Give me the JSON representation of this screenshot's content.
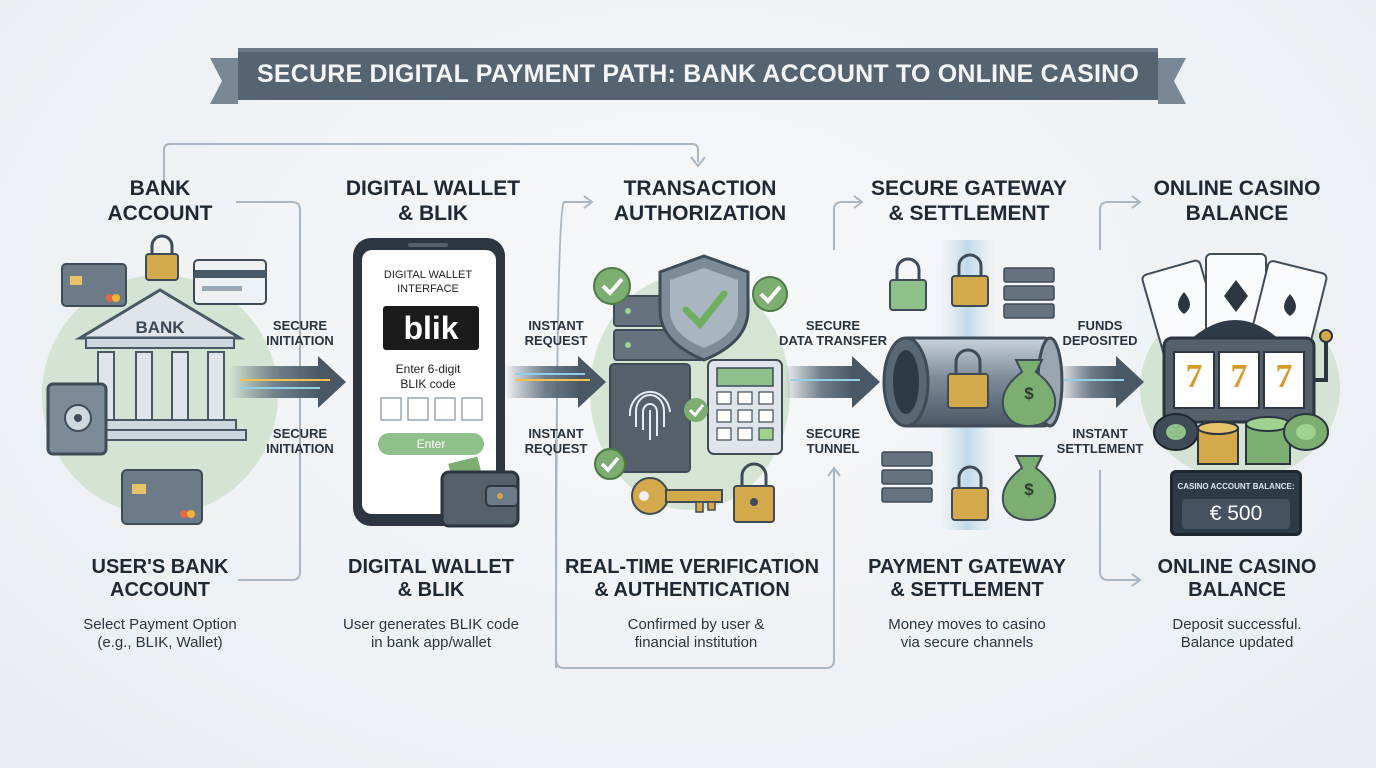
{
  "title": "SECURE DIGITAL PAYMENT PATH: BANK ACCOUNT TO ONLINE CASINO",
  "colors": {
    "banner": "#566472",
    "accent_green": "#8fbf8a",
    "arrow": "#4a5866",
    "gold": "#d3a94b"
  },
  "stages": [
    {
      "heading": "BANK\nACCOUNT",
      "subheading": "USER'S BANK\nACCOUNT",
      "description": "Select Payment Option\n(e.g., BLIK, Wallet)"
    },
    {
      "heading": "DIGITAL WALLET\n& BLIK",
      "subheading": "DIGITAL WALLET\n& BLIK",
      "description": "User generates BLIK code\nin bank app/wallet"
    },
    {
      "heading": "TRANSACTION\nAUTHORIZATION",
      "subheading": "REAL-TIME VERIFICATION\n& AUTHENTICATION",
      "description": "Confirmed by user &\nfinancial institution"
    },
    {
      "heading": "SECURE GATEWAY\n& SETTLEMENT",
      "subheading": "PAYMENT GATEWAY\n& SETTLEMENT",
      "description": "Money moves to casino\nvia secure channels"
    },
    {
      "heading": "ONLINE CASINO\nBALANCE",
      "subheading": "ONLINE CASINO\nBALANCE",
      "description": "Deposit successful.\nBalance updated"
    }
  ],
  "connectors": [
    {
      "top": "SECURE\nINITIATION",
      "bottom": "SECURE\nINITIATION"
    },
    {
      "top": "INSTANT\nREQUEST",
      "bottom": "INSTANT\nREQUEST"
    },
    {
      "top": "SECURE\nDATA TRANSFER",
      "bottom": "SECURE\nTUNNEL"
    },
    {
      "top": "FUNDS\nDEPOSITED",
      "bottom": "INSTANT\nSETTLEMENT"
    }
  ],
  "bank_sign": "BANK",
  "phone": {
    "header": "DIGITAL WALLET\nINTERFACE",
    "logo": "blik",
    "prompt": "Enter 6-digit\nBLIK code",
    "button": "Enter"
  },
  "casino": {
    "slot_symbols": [
      "7",
      "7",
      "7"
    ],
    "balance_label": "CASINO ACCOUNT BALANCE:",
    "balance_value": "€ 500"
  },
  "money_bag_symbol": "$",
  "icons": [
    "lock-icon",
    "credit-card-icon",
    "bank-building-icon",
    "safe-icon",
    "smartphone-icon",
    "wallet-icon",
    "shield-check-icon",
    "server-icon",
    "fingerprint-icon",
    "keypad-icon",
    "key-icon",
    "check-icon",
    "pipe-tunnel-icon",
    "money-bag-icon",
    "playing-cards-icon",
    "slot-machine-icon",
    "casino-chips-icon"
  ]
}
